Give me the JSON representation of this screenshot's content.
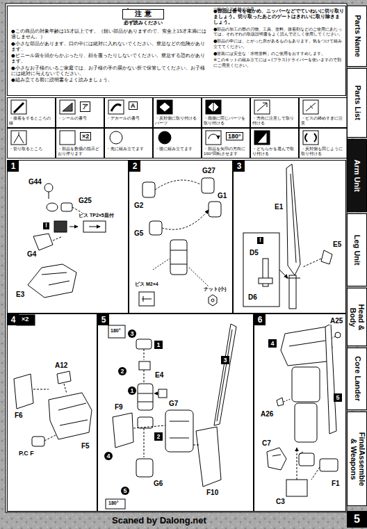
{
  "diagram": {
    "nodes": [
      {
        "text": [
          "注 意",
          "必ず読みください",
          "●この商品の対象年齢は15才以上です。（鋭い部品がありますので、安全上15才未満には適しません。）",
          "●小さな部品があります。口の中には絶対に入れないでください。窒息などの危険があります。",
          "●ビニール袋を頭からかぶったり、顔を覆ったりしないでください。窒息する恐れがあります。",
          "●小さなお子様のいるご家庭では、お子様の手の届かない所で保管してください。お子様には絶対に与えないでください。",
          "◇組み立てる時の注意",
          "●組み立てる前に説明書をよく読みましょう。",
          "●部品は番号を確かめ、ニッパーなどでていねいに切り取りましょう。切り取ったあとのゲートはきれいに取り除きましょう。",
          "●部品の加工の際の刃物、工具、塗料、接着剤などのご使用にあたっては、それぞれの取扱説明書をよく読んで正しく使用してください。",
          "●部品の中には、とがった所があるものもあります。気をつけて組み立ててください。",
          "●塗装には安全な「水性塗料」のご使用をおすすめします。",
          "※このキットの組み立てには＋(プラス)ドライバーを使いますので別にご用意ください。"
        ]
      },
      {
        "text": [
          "・接着をするところの線"
        ]
      },
      {
        "text": [
          "ア",
          "・シールの番号"
        ]
      },
      {
        "text": [
          "A",
          "・デカールの番号"
        ]
      },
      {
        "text": [
          "・反対側に取り付けるパーツ"
        ]
      },
      {
        "text": [
          "・両側に同じパーツを取り付ける"
        ]
      },
      {
        "text": [
          "・方向に注意して取り付ける"
        ]
      },
      {
        "text": [
          "・ビスの締めすぎに注意"
        ]
      },
      {
        "text": [
          "・切り取るところ"
        ]
      },
      {
        "text": [
          "×2",
          "・部品を数個の指示どおり作ります"
        ]
      },
      {
        "text": [
          "・先に組み立てます"
        ]
      },
      {
        "text": [
          "・後に組み立てます"
        ]
      },
      {
        "text": [
          "180°",
          "・部品を矢印の方向に180°回転させます"
        ]
      },
      {
        "text": [
          "・どちらかを選んで取り付ける"
        ]
      },
      {
        "text": [
          "・反対側も同じように取り付ける"
        ]
      },
      {
        "text": [
          "1"
        ]
      },
      {
        "text": [
          "2"
        ]
      },
      {
        "text": [
          "3"
        ]
      },
      {
        "text": [
          "4"
        ]
      },
      {
        "text": [
          "5"
        ]
      },
      {
        "text": [
          "6"
        ]
      },
      {
        "text": [
          "3"
        ],
        "in": 19
      },
      {
        "text": [
          "1"
        ],
        "in": 19
      },
      {
        "text": [
          "3"
        ],
        "in": 19
      },
      {
        "text": [
          "2"
        ],
        "in": 19
      },
      {
        "text": [
          "1"
        ],
        "in": 19
      },
      {
        "text": [
          "2"
        ],
        "in": 19
      },
      {
        "text": [
          "4"
        ],
        "in": 19
      },
      {
        "text": [
          "5"
        ],
        "in": 19
      },
      {
        "text": [
          "4"
        ],
        "in": 20
      },
      {
        "text": [
          "5"
        ],
        "in": 20
      },
      {
        "text": [
          "Parts Name"
        ]
      },
      {
        "text": [
          "Parts List"
        ]
      },
      {
        "text": [
          "Arm Unit"
        ]
      },
      {
        "text": [
          "Leg Unit"
        ]
      },
      {
        "text": [
          "Head & Body"
        ]
      },
      {
        "text": [
          "Core Lander"
        ]
      },
      {
        "text": [
          "FinalAssemble & Weapons"
        ]
      },
      {
        "text": [
          "5"
        ]
      }
    ],
    "labels": [
      "G44",
      "G25",
      "ビス TP2×5皿付",
      "!",
      "G4",
      "E3",
      "G27",
      "G2",
      "G1",
      "G5",
      "ビス M2×4",
      "ナット(小)",
      "E1",
      "E5",
      "!",
      "D5",
      "D6",
      "×2",
      "F6",
      "A12",
      "F5",
      "P.C F",
      "180°",
      "E4",
      "G7",
      "F9",
      "G6",
      "F10",
      "180°",
      "A25",
      "A26",
      "C7",
      "F1",
      "C3",
      "Scaned by Dalong.net"
    ]
  }
}
